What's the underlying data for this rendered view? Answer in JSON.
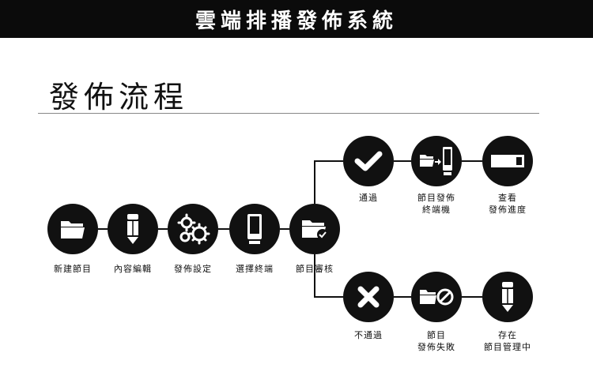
{
  "header": {
    "title": "雲端排播發佈系統"
  },
  "section": {
    "title": "發佈流程"
  },
  "steps": {
    "new_program": "新建節目",
    "edit_content": "內容編輯",
    "publish_settings": "發佈設定",
    "select_terminal": "選擇終端",
    "program_review": "節目審核"
  },
  "approved": {
    "pass": "通過",
    "publish_line1": "節目發佈",
    "publish_line2": "終端機",
    "progress_line1": "查看",
    "progress_line2": "發佈進度"
  },
  "rejected": {
    "fail": "不通過",
    "failed_line1": "節目",
    "failed_line2": "發佈失敗",
    "manage_line1": "存在",
    "manage_line2": "節目管理中"
  }
}
